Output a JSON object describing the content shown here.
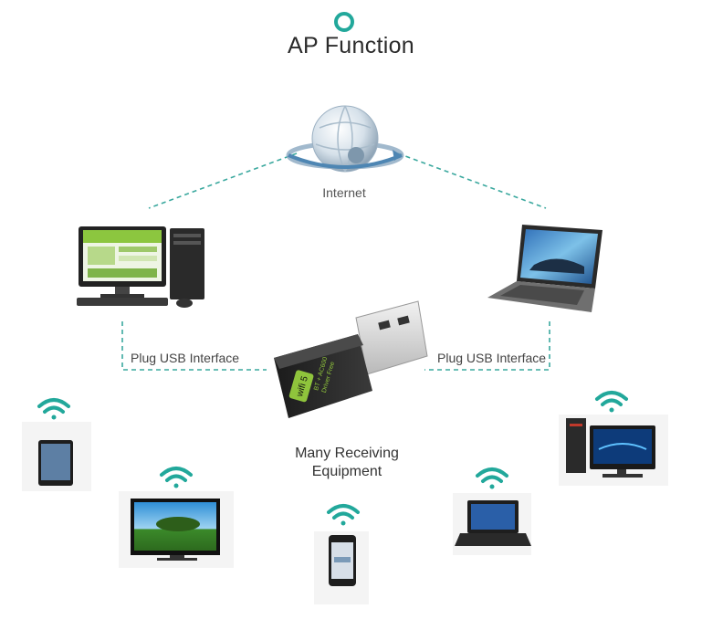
{
  "title": "AP Function",
  "internet_label": "Internet",
  "left_interface_label": "Plug USB Interface",
  "right_interface_label": "Plug USB Interface",
  "center_label_line1": "Many Receiving",
  "center_label_line2": "Equipment",
  "adapter_text": {
    "badge": "wifi 5",
    "spec": "BT + AC600",
    "driver": "Driver Free"
  },
  "colors": {
    "accent": "#22a89b",
    "dashed_line": "#3aa89e"
  }
}
